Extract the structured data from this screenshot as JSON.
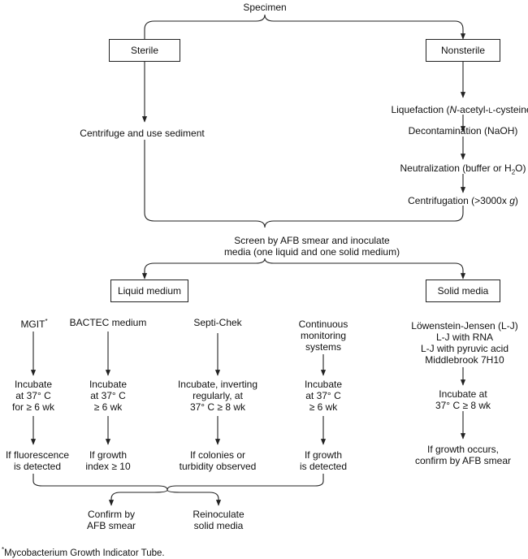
{
  "specimen": "Specimen",
  "sterile": "Sterile",
  "nonsterile": "Nonsterile",
  "centrifuge": "Centrifuge and use sediment",
  "liquefaction": {
    "pre": "Liquefaction (",
    "italic": "N",
    "mid": "-acetyl-",
    "small": "L",
    "post": "-cysteine)"
  },
  "decontamination": "Decontamination (NaOH)",
  "neutralization": {
    "pre": "Neutralization (buffer or H",
    "sub": "2",
    "post": "O)"
  },
  "centrifugation": {
    "pre": "Centrifugation (>3000x ",
    "italic": "g",
    "post": ")"
  },
  "screen": [
    "Screen by AFB smear and inoculate",
    "media (one liquid and one solid medium)"
  ],
  "liquid_medium": "Liquid medium",
  "solid_media": "Solid media",
  "columns": [
    {
      "title": [
        "MGIT"
      ],
      "title_sup": "*",
      "incubate": [
        "Incubate",
        "at 37° C",
        "for ≥ 6 wk"
      ],
      "result": [
        "If fluorescence",
        "is detected"
      ]
    },
    {
      "title": [
        "BACTEC medium"
      ],
      "incubate": [
        "Incubate",
        "at 37° C",
        "≥ 6 wk"
      ],
      "result": [
        "If growth",
        "index ≥ 10"
      ]
    },
    {
      "title": [
        "Septi-Chek"
      ],
      "incubate": [
        "Incubate, inverting",
        "regularly, at",
        "37° C ≥ 8 wk"
      ],
      "result": [
        "If colonies or",
        "turbidity observed"
      ]
    },
    {
      "title": [
        "Continuous",
        "monitoring",
        "systems"
      ],
      "incubate": [
        "Incubate",
        "at 37° C",
        "≥ 6 wk"
      ],
      "result": [
        "If growth",
        "is detected"
      ]
    }
  ],
  "solid_list": [
    "Löwenstein-Jensen (L-J)",
    "L-J with RNA",
    "L-J with pyruvic acid",
    "Middlebrook 7H10"
  ],
  "solid_incubate": [
    "Incubate at",
    "37° C ≥ 8 wk"
  ],
  "solid_result": [
    "If growth occurs,",
    "confirm by AFB smear"
  ],
  "confirm": [
    "Confirm by",
    "AFB smear"
  ],
  "reinoculate": [
    "Reinoculate",
    "solid media"
  ],
  "footnote": {
    "sup": "*",
    "text": "Mycobacterium Growth Indicator Tube."
  }
}
